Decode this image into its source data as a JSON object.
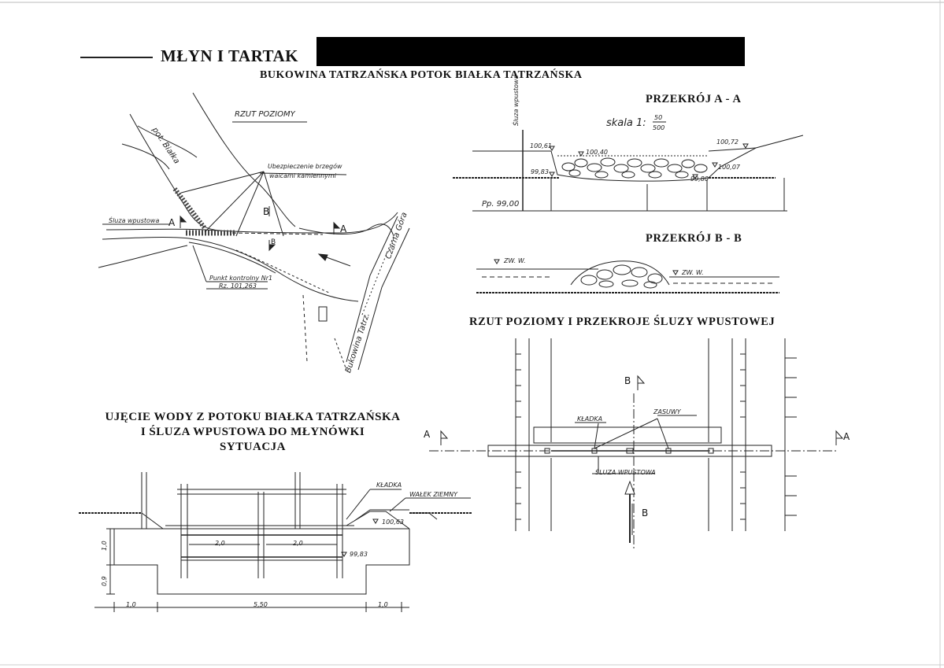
{
  "sheet": {
    "title": "MŁYN I TARTAK",
    "subtitle": "BUKOWINA TATRZAŃSKA POTOK BIAŁKA  TATRZAŃSKA"
  },
  "plan": {
    "heading": "RZUT POZIOMY",
    "stream": "pot. Białka",
    "bank_note_1": "Ubezpieczenie brzegów",
    "bank_note_2": "walcami kamiennymi",
    "sluice": "Śluza wpustowa",
    "control_point_1": "Punkt kontrolny Nr1",
    "control_point_2": "Rz. 101,263",
    "road_1": "Czarna Góra",
    "road_2": "Bukowina Tatrz.",
    "mark_a": "A",
    "mark_b": "B"
  },
  "section_aa": {
    "title": "PRZEKRÓJ  A - A",
    "scale_prefix": "skala  1:",
    "scale_num": "50",
    "scale_den": "500",
    "vertical_label": "Śluza wpustowa",
    "levels": {
      "l1": "100,61",
      "l2": "100,40",
      "l3": "100,72",
      "l4": "99,83",
      "l5": "100,07",
      "l6": "99,80"
    },
    "datum": "Pp. 99,00"
  },
  "section_bb": {
    "title": "PRZEKRÓJ  B - B",
    "water_left": "ZW. W.",
    "water_right": "ZW. W."
  },
  "sluice_plan": {
    "title": "RZUT POZIOMY I PRZEKROJE ŚLUZY WPUSTOWEJ",
    "footbridge": "KŁADKA",
    "gates": "ZASUWY",
    "sluice": "ŚLUZA WPUSTOWA",
    "mark_a": "A",
    "mark_b": "B"
  },
  "intake": {
    "title_line1": "UJĘCIE WODY Z POTOKU BIAŁKA TATRZAŃSKA",
    "title_line2": "I ŚLUZA WPUSTOWA DO MŁYNÓWKI",
    "title_line3": "SYTUACJA",
    "footbridge": "KŁADKA",
    "embankment": "WAŁEK ZIEMNY",
    "level_top": "100,63",
    "level_bottom": "99,83",
    "dim_span_1": "2,0",
    "dim_span_2": "2,0",
    "dim_height_1": "1,0",
    "dim_height_2": "0,9",
    "dim_left": "1,0",
    "dim_total": "5,50",
    "dim_right": "1,0"
  }
}
